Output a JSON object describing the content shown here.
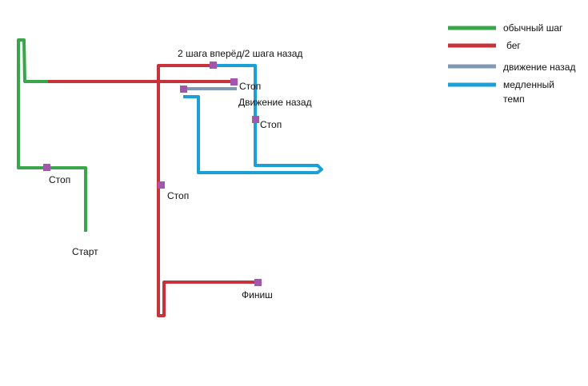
{
  "colors": {
    "walk": "#3aa64a",
    "run": "#c8323a",
    "backward": "#7f99b4",
    "slow": "#1aa0d6",
    "marker": "#a356ad"
  },
  "legend": {
    "walk": "обычный шаг",
    "run": "бег",
    "backward": "движение назад",
    "slow_line1": "медленный",
    "slow_line2": "темп"
  },
  "labels": {
    "start": "Старт",
    "stop_left": "Стоп",
    "stop_mid": "Стоп",
    "stop_top": "Стоп",
    "stop_right": "Стоп",
    "steps": "2 шага вперёд/2 шага назад",
    "backward_motion": "Движение назад",
    "finish": "Финиш"
  }
}
